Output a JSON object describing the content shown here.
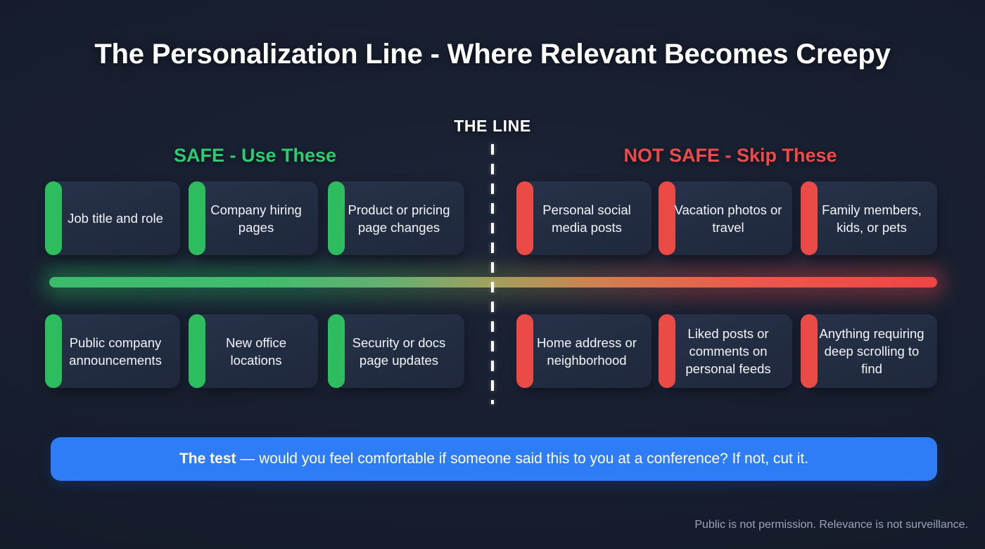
{
  "title": "The Personalization Line - Where Relevant Becomes Creepy",
  "line_label": "THE LINE",
  "columns": {
    "safe_header": "SAFE - Use These",
    "unsafe_header": "NOT SAFE - Skip These"
  },
  "colors": {
    "safe": "#2ebd5e",
    "unsafe": "#ea4b47",
    "banner": "#2f7df6",
    "background": "#171e2e",
    "card": "#242e42"
  },
  "safe_cards": [
    {
      "text": "Job title and role"
    },
    {
      "text": "Company hiring pages"
    },
    {
      "text": "Product or pricing page changes"
    },
    {
      "text": "Public company announcements"
    },
    {
      "text": "New office locations"
    },
    {
      "text": "Security or docs page updates"
    }
  ],
  "unsafe_cards": [
    {
      "text": "Personal social media posts"
    },
    {
      "text": "Vacation photos or travel"
    },
    {
      "text": "Family members, kids, or pets"
    },
    {
      "text": "Home address or neighborhood"
    },
    {
      "text": "Liked posts or comments on personal feeds"
    },
    {
      "text": "Anything requiring deep scrolling to find"
    }
  ],
  "banner": {
    "lead": "The test",
    "rest": " — would you feel comfortable if someone said this to you at a conference? If not, cut it."
  },
  "footer": "Public is not permission. Relevance is not surveillance."
}
